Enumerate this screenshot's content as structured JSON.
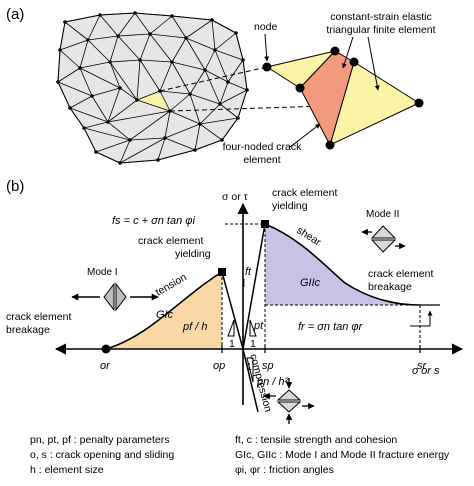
{
  "panel_a": {
    "label": "(a)",
    "callouts": {
      "node": "node",
      "element_line1": "constant-strain elastic",
      "element_line2": "triangular finite element",
      "crack_line1": "four-noded crack",
      "crack_line2": "element"
    }
  },
  "panel_b": {
    "label": "(b)",
    "y_axis": "σ or τ",
    "x_axis": "o or s",
    "formula_fs": "fs = c + σn tan φi",
    "formula_fr": "fr = σn tan φr",
    "crack_yield_top_1": "crack element",
    "crack_yield_top_2": "yielding",
    "crack_yield_left_1": "crack element",
    "crack_yield_left_2": "yielding",
    "shear": "shear",
    "tension": "tension",
    "compression": "compression",
    "GIIc": "GIIc",
    "GIc": "GIc",
    "ft": "ft",
    "pf_h": "pf / h",
    "pt": "pt",
    "pn_h2": "pn / h²",
    "one": "1",
    "mode_I": "Mode I",
    "mode_II": "Mode II",
    "breakage_left_1": "crack element",
    "breakage_left_2": "breakage",
    "breakage_right_1": "crack element",
    "breakage_right_2": "breakage",
    "tick_or": "or",
    "tick_op": "op",
    "tick_sp": "sp",
    "tick_sr": "sr",
    "colors": {
      "mesh_fill": "#e6e6e6",
      "element_yellow": "#fbf3a6",
      "crack_salmon": "#f29a7d",
      "mode_I_area": "#fad7a6",
      "mode_II_area": "#c8c3e6"
    }
  },
  "legend": {
    "left": [
      "pn, pt, pf : penalty parameters",
      "o, s : crack opening and sliding",
      "h : element size"
    ],
    "right": [
      "ft, c : tensile strength and cohesion",
      "GIc, GIIc : Mode I and Mode II fracture energy",
      "φi, φr : friction angles"
    ]
  }
}
